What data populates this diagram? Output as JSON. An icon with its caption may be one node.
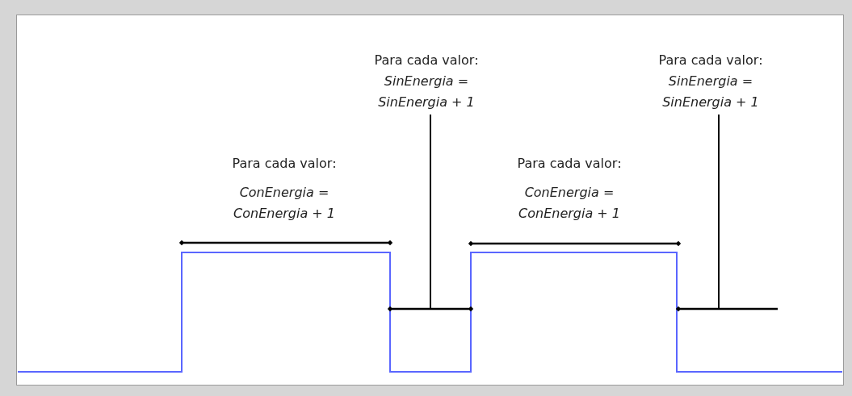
{
  "diagram": {
    "nodes": [
      {
        "text": [
          "Para cada valor:",
          "SinEnergia = SinEnergia + 1"
        ]
      },
      {
        "text": [
          "Para cada valor:",
          "SinEnergia = SinEnergia + 1"
        ]
      }
    ],
    "edges": [
      {
        "from": 0,
        "to": null,
        "arrow": "none"
      },
      {
        "from": 1,
        "to": null,
        "arrow": "none"
      }
    ],
    "labels": [
      "Para cada valor:",
      "ConEnergia = ConEnergia + 1",
      "Para cada valor:",
      "ConEnergia = ConEnergia + 1"
    ]
  }
}
